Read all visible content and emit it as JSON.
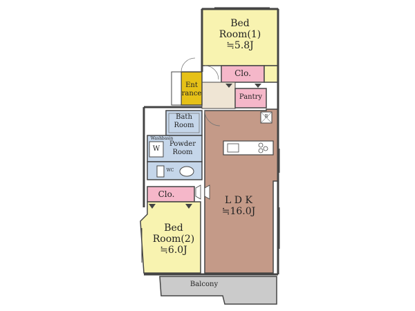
{
  "colors": {
    "bedroom": "#f8f3b0",
    "ldk": "#c49a88",
    "closet": "#f5b7c9",
    "wet": "#c5d6ea",
    "entrance": "#e6c117",
    "hall": "#efe5d4",
    "balcony": "#cbcbcb",
    "wall": "#444444"
  },
  "rooms": {
    "bed1": {
      "name": "Bed",
      "name2": "Room(1)",
      "area": "≒5.8J"
    },
    "bed2": {
      "name": "Bed",
      "name2": "Room(2)",
      "area": "≒6.0J"
    },
    "ldk": {
      "name": "L D K",
      "area": "≒16.0J"
    },
    "entrance": {
      "line1": "Ent",
      "line2": "rance"
    },
    "bath": {
      "line1": "Bath",
      "line2": "Room"
    },
    "powder": {
      "line1": "Powder",
      "line2": "Room"
    },
    "closet_top": "Clo.",
    "closet_left": "Clo.",
    "pantry": "Pantry",
    "balcony": "Balcony"
  },
  "fixtures": {
    "washer": "W",
    "wc": "WC",
    "refrigerator": "R",
    "washroom_small": "Washbasin"
  }
}
